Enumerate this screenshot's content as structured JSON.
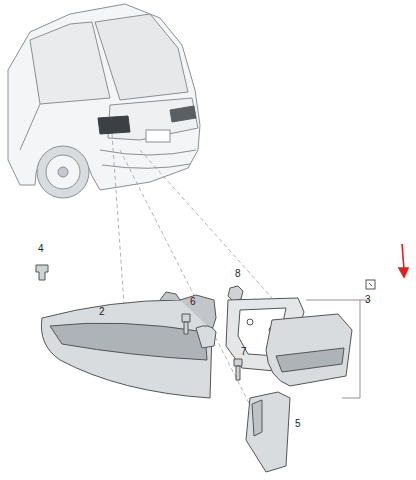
{
  "diagram": {
    "labels": [
      "4",
      "2",
      "6",
      "8",
      "3",
      "7",
      "5"
    ]
  }
}
